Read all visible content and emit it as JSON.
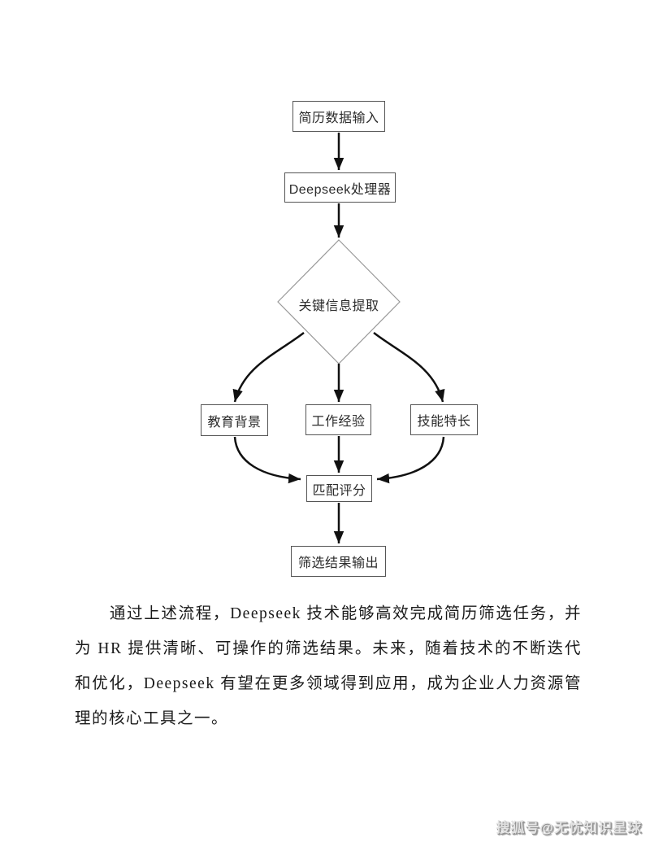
{
  "flowchart": {
    "nodes": {
      "resume_input": "简历数据输入",
      "processor": "Deepseek处理器",
      "decision": "关键信息提取",
      "education": "教育背景",
      "experience": "工作经验",
      "skills": "技能特长",
      "score": "匹配评分",
      "output": "筛选结果输出"
    },
    "edges": [
      [
        "resume_input",
        "processor"
      ],
      [
        "processor",
        "decision"
      ],
      [
        "decision",
        "education"
      ],
      [
        "decision",
        "experience"
      ],
      [
        "decision",
        "skills"
      ],
      [
        "education",
        "score"
      ],
      [
        "experience",
        "score"
      ],
      [
        "skills",
        "score"
      ],
      [
        "score",
        "output"
      ]
    ]
  },
  "paragraph": {
    "text": "通过上述流程，Deepseek 技术能够高效完成简历筛选任务，并为 HR 提供清晰、可操作的筛选结果。未来，随着技术的不断迭代和优化，Deepseek 有望在更多领域得到应用，成为企业人力资源管理的核心工具之一。"
  },
  "watermark": {
    "text": "搜狐号@无忧知识星球"
  },
  "colors": {
    "background": "#ffffff",
    "node_border": "#555555",
    "diamond_border": "#999999",
    "arrow": "#111111",
    "text": "#2b2b2b",
    "watermark_shadow": "#8f8f8f"
  }
}
